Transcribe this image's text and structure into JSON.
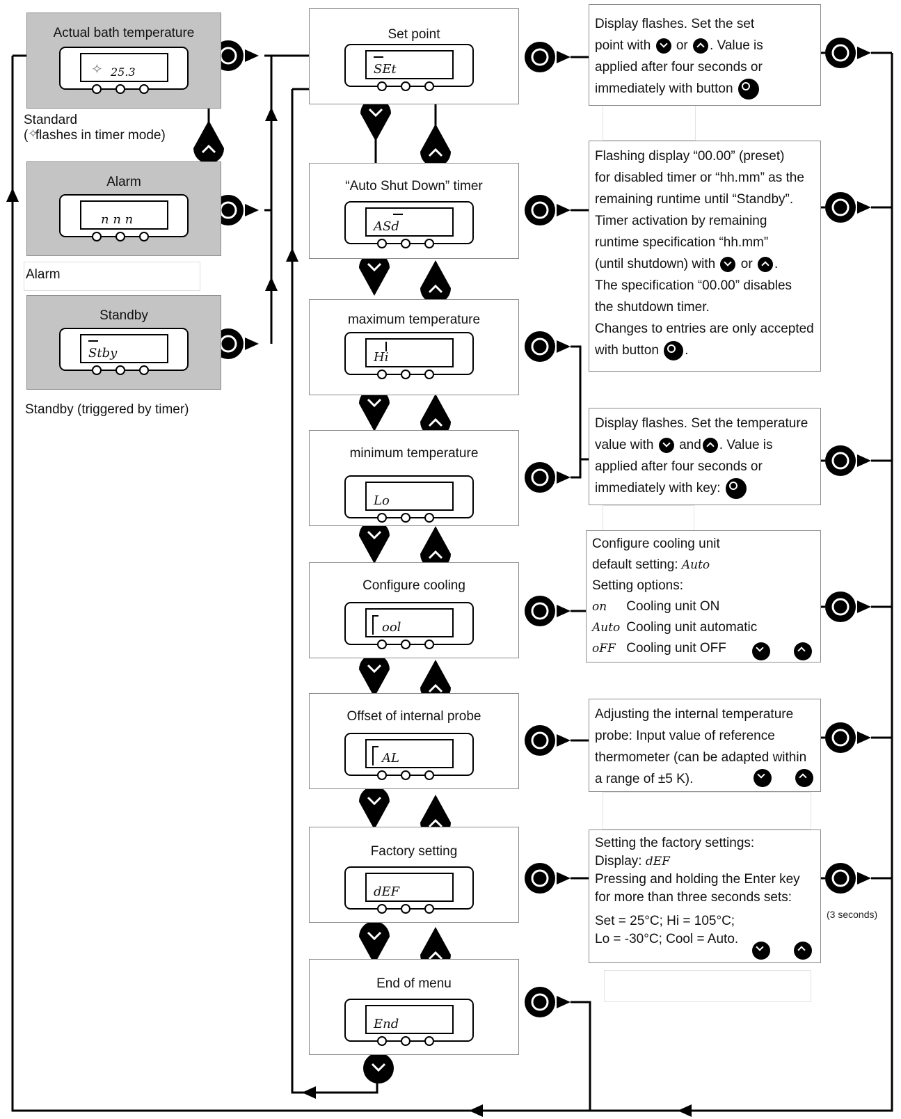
{
  "left_screens": [
    {
      "title": "Actual bath temperature",
      "lcd": "25.3",
      "caption": "Standard",
      "caption2": "(  flashes in timer mode)"
    },
    {
      "title": "Alarm",
      "lcd": "n n n",
      "caption": "Alarm"
    },
    {
      "title": "Standby",
      "lcd": "Stby",
      "caption": "Standby (triggered by timer)"
    }
  ],
  "menu_screens": [
    {
      "title": "Set point",
      "lcd": "SEt"
    },
    {
      "title": "“Auto Shut Down” timer",
      "lcd": "ASd"
    },
    {
      "title": "maximum temperature",
      "lcd": "Hi"
    },
    {
      "title": "minimum temperature",
      "lcd": "Lo"
    },
    {
      "title": "Configure cooling",
      "lcd": "ool"
    },
    {
      "title": "Offset of internal probe",
      "lcd": "AL"
    },
    {
      "title": "Factory setting",
      "lcd": "dEF"
    },
    {
      "title": "End of menu",
      "lcd": "End"
    }
  ],
  "notes": {
    "setpoint": [
      "Display flashes. Set the set",
      "point with",
      "or",
      ". Value is",
      "applied after four seconds or",
      "immediately with button"
    ],
    "timer": [
      "Flashing display “00.00” (preset)",
      "for disabled timer or “hh.mm” as the",
      "remaining runtime until “Standby”.",
      "Timer activation by remaining",
      "runtime specification “hh.mm”",
      "(until shutdown) with",
      "or",
      ".",
      "The specification “00.00” disables",
      "the shutdown timer.",
      "Changes to entries are only accepted",
      "with button",
      "."
    ],
    "temperature": [
      "Display flashes. Set the temperature",
      "value with",
      "and",
      ". Value is",
      "applied after four seconds or",
      "immediately with key:"
    ],
    "cooling": {
      "line1": "Configure cooling unit",
      "line2": "default setting:",
      "line2_value": "Auto",
      "line3": "Setting options:",
      "options": [
        {
          "code": "on",
          "label": "Cooling unit ON"
        },
        {
          "code": "Auto",
          "label": "Cooling unit automatic"
        },
        {
          "code": "oFF",
          "label": "Cooling unit OFF"
        }
      ]
    },
    "offset": [
      "Adjusting the internal temperature",
      "probe: Input value of reference",
      "thermometer (can be adapted within",
      "a range of ±5 K)."
    ],
    "factory": {
      "line1": "Setting the factory settings:",
      "line2": "Display:",
      "line2_value": "dEF",
      "line3": "Pressing and holding the Enter key",
      "line4": "for more than three seconds sets:",
      "line5": "Set = 25°C; Hi = 105°C;",
      "line6": "Lo = -30°C; Cool = Auto."
    }
  },
  "hold_label": "(3 seconds)",
  "icons": [
    "ok-button-icon",
    "down-button-icon",
    "up-button-icon",
    "arrow-right-icon",
    "arrow-up-icon",
    "arrow-left-icon"
  ],
  "colors": {
    "screen_grey": "#c4c4c4",
    "border": "#8a8a8a",
    "ink": "#000000"
  }
}
